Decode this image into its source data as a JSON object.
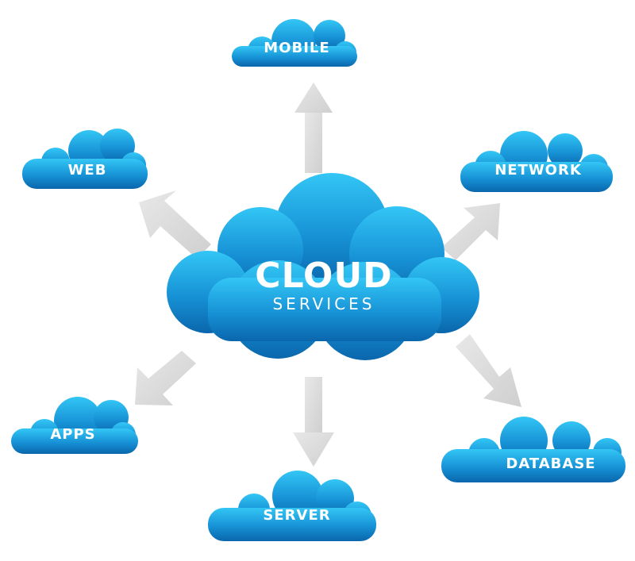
{
  "center": {
    "title": "CLOUD",
    "subtitle": "SERVICES"
  },
  "nodes": {
    "mobile": "MOBILE",
    "web": "WEB",
    "network": "NETWORK",
    "apps": "APPS",
    "server": "SERVER",
    "database": "DATABASE"
  },
  "colors": {
    "cloud_top": "#2fc0f2",
    "cloud_bottom": "#0b6fb4",
    "arrow": "#dcdcdc",
    "text": "#ffffff"
  }
}
